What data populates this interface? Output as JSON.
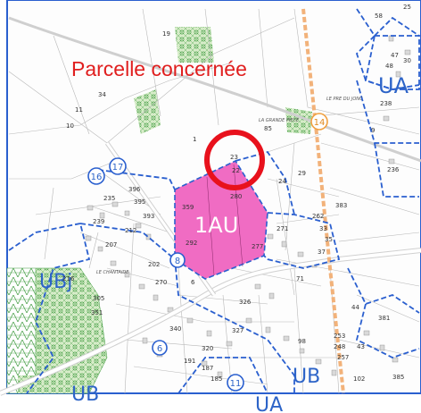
{
  "annotation": {
    "text": "Parcelle concernée",
    "color": "#e01e1e"
  },
  "zones": {
    "main": "1AU",
    "ua": "UA",
    "ubj": "UBj",
    "ub_left": "UB",
    "ub_right": "UB",
    "ua_bottom": "UA"
  },
  "place_names": {
    "grande_piece": "LA GRANDE PIECE",
    "pre_du_jonc": "LE PRE DU JONC",
    "chantaide": "LE CHANTAIDE"
  },
  "circle_markers": [
    "16",
    "17",
    "8",
    "6",
    "11"
  ],
  "orange_marker": "14",
  "plot_numbers": {
    "p19": "19",
    "p11": "11",
    "p10": "10",
    "p34": "34",
    "p1": "1",
    "p85": "85",
    "p23": "23",
    "p22": "22",
    "p29": "29",
    "p24": "24",
    "p280": "280",
    "p359": "359",
    "p292": "292",
    "p277": "277",
    "p236": "236",
    "p238": "238",
    "p383": "383",
    "p235": "235",
    "p395": "395",
    "p393": "393",
    "p396": "396",
    "p212": "212",
    "p202": "202",
    "p270": "270",
    "p216": "216",
    "p351": "351",
    "p305": "305",
    "p327": "327",
    "p185": "185",
    "p187": "187",
    "p191": "191",
    "p320": "320",
    "p381": "381",
    "p385": "385",
    "p102": "102",
    "p71": "71",
    "p44": "44",
    "p37": "37",
    "p43": "43",
    "p253": "253",
    "p248": "248",
    "p257": "257",
    "p326": "326",
    "p340": "340",
    "p98": "98",
    "p25": "25",
    "p30": "30",
    "p9": "9",
    "p48": "48",
    "p47": "47",
    "p33": "33",
    "p262": "262",
    "p271": "271",
    "p35": "35",
    "p58": "58",
    "p239": "239",
    "p6": "6",
    "p207": "207"
  },
  "colors": {
    "zone_boundary": "#2a5fcf",
    "au_fill": "#f06cc3",
    "highlight_circle": "#e8111c",
    "vegetation": "#2f8a2f",
    "road": "#9a9a9a",
    "road_orange": "#f2b27a"
  }
}
